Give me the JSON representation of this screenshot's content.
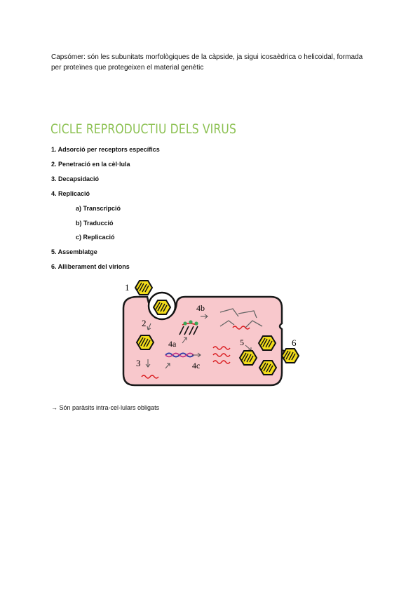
{
  "intro": {
    "text": "Capsómer: són les subunitats morfològiques de la càpside, ja sigui icosaèdrica o helicoidal, formada per proteïnes que protegeixen el material genètic"
  },
  "section": {
    "title": "CICLE REPRODUCTIU DELS VIRUS",
    "steps": [
      "1. Adsorció per receptors específics",
      "2. Penetració en la cèl·lula",
      "3. Decapsidació",
      "4. Replicació",
      "a) Transcripció",
      "b) Traducció",
      "c) Replicació",
      "5. Assemblatge",
      "6. Alliberament del virions"
    ]
  },
  "diagram": {
    "labels": {
      "one": "1",
      "two": "2",
      "three": "3",
      "four_a": "4a",
      "four_b": "4b",
      "four_c": "4c",
      "five": "5",
      "six": "6"
    },
    "colors": {
      "cell_fill": "#f8c8cc",
      "cell_stroke": "#1a1a1a",
      "capsid_fill": "#f2dc1a",
      "rna": "#d9181c",
      "dna": "#3340a8"
    }
  },
  "note": {
    "text": "→ Són paràsits intra-cel·lulars obligats"
  }
}
